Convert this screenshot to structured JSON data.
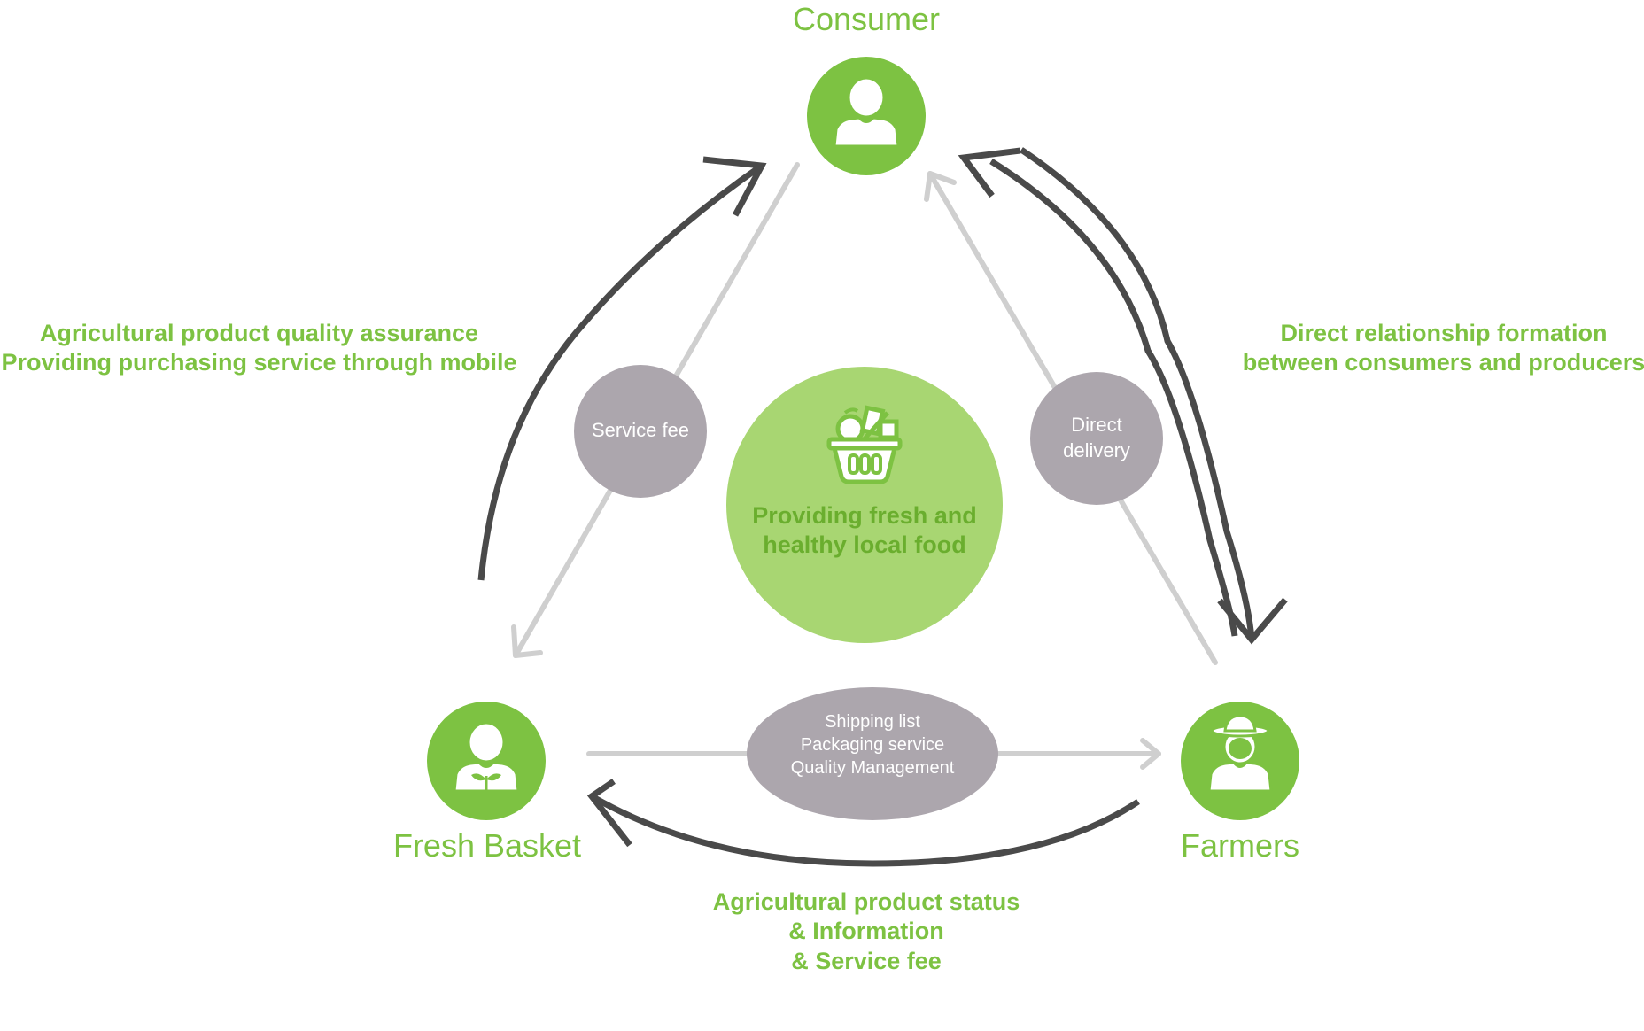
{
  "colors": {
    "green": "#7dc242",
    "light_green": "#a8d672",
    "dark_green_text": "#6aae2e",
    "gray_bubble": "#aca6ad",
    "light_arrow": "#cfcfcf",
    "dark_arrow": "#4a4a4a"
  },
  "nodes": {
    "consumer": {
      "label": "Consumer",
      "icon": "person-icon"
    },
    "fresh_basket": {
      "label": "Fresh Basket",
      "icon": "person-with-sprout-icon"
    },
    "farmers": {
      "label": "Farmers",
      "icon": "farmer-with-hat-icon"
    }
  },
  "center": {
    "icon": "produce-basket-icon",
    "lines": [
      "Providing fresh and",
      "healthy local food"
    ]
  },
  "bubbles": {
    "service_fee": {
      "lines": [
        "Service fee"
      ]
    },
    "direct_delivery": {
      "lines": [
        "Direct",
        "delivery"
      ]
    },
    "shipping": {
      "lines": [
        "Shipping list",
        "Packaging service",
        "Quality Management"
      ]
    }
  },
  "notes": {
    "left": [
      "Agricultural product quality assurance",
      "Providing purchasing service through mobile"
    ],
    "right": [
      "Direct relationship formation",
      "between consumers and producers"
    ],
    "bottom": [
      "Agricultural product status",
      "& Information",
      "& Service fee"
    ]
  }
}
